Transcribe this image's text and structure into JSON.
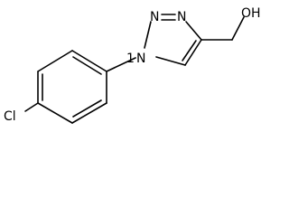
{
  "molecule": {
    "atoms": {
      "n_top_left": "N",
      "n_top_right": "N",
      "n1": "N",
      "cl": "Cl",
      "oh": "OH"
    },
    "n1_charge_marker": "1"
  }
}
